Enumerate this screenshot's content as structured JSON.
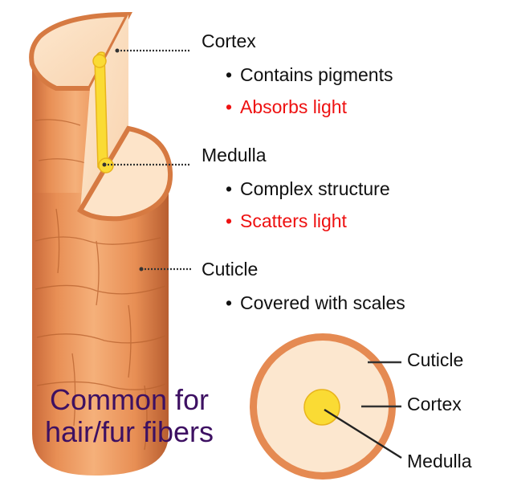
{
  "labels": {
    "cortex": {
      "title": "Cortex",
      "bullets": [
        {
          "text": "Contains pigments",
          "color": "#111111"
        },
        {
          "text": "Absorbs light",
          "color": "#ee1111"
        }
      ]
    },
    "medulla": {
      "title": "Medulla",
      "bullets": [
        {
          "text": "Complex structure",
          "color": "#111111"
        },
        {
          "text": "Scatters light",
          "color": "#ee1111"
        }
      ]
    },
    "cuticle": {
      "title": "Cuticle",
      "bullets": [
        {
          "text": "Covered with scales",
          "color": "#111111"
        }
      ]
    }
  },
  "caption": {
    "line1": "Common for",
    "line2": "hair/fur fibers"
  },
  "cross_section": {
    "cuticle": "Cuticle",
    "cortex": "Cortex",
    "medulla": "Medulla"
  },
  "colors": {
    "cuticle_fill": "#e48c4e",
    "cortex_fill": "#fce2c6",
    "medulla_fill": "#fadb34",
    "bullet_red": "#ee1111",
    "caption": "#3d1062"
  }
}
